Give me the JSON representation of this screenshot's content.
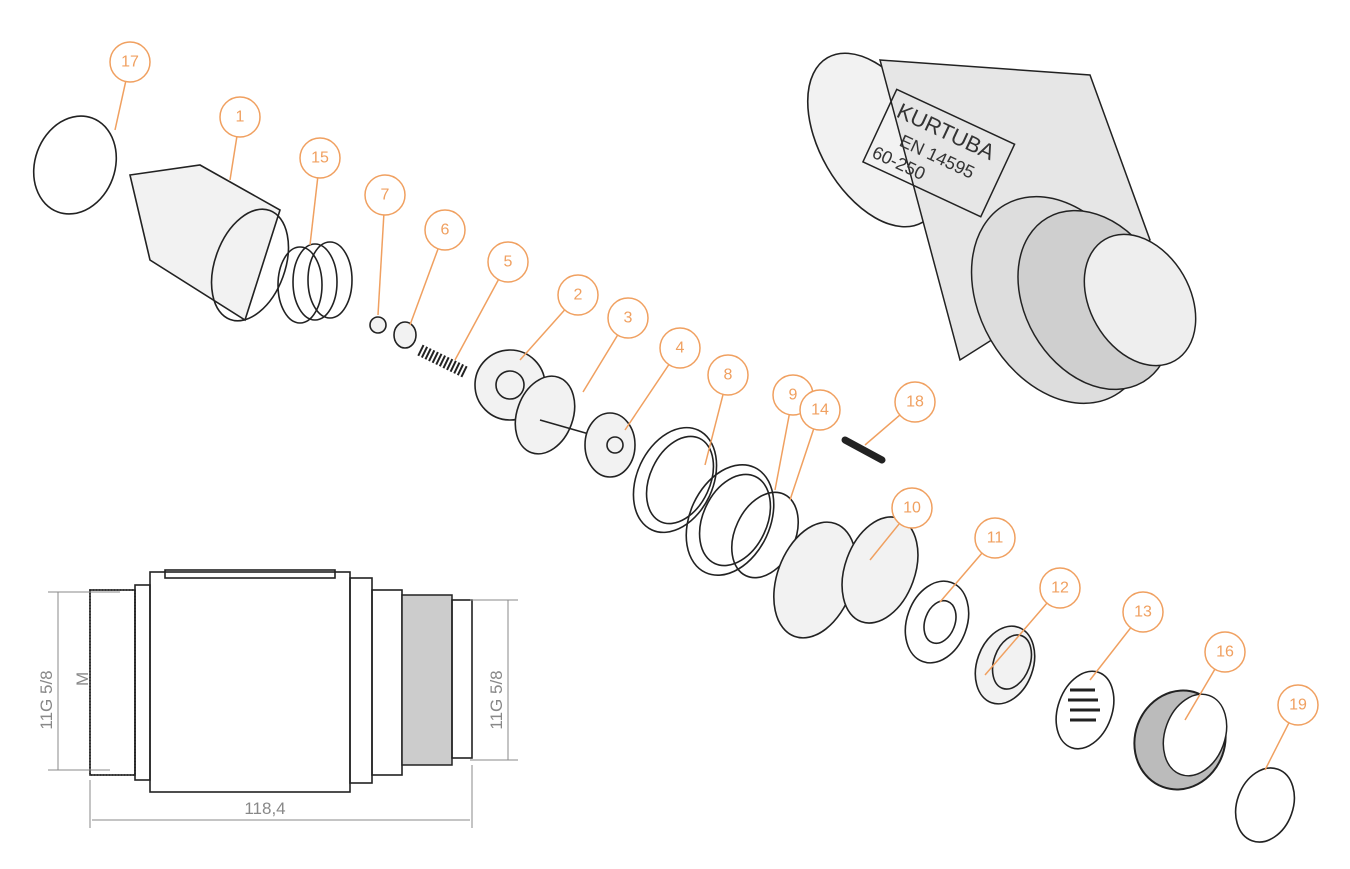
{
  "callout_color": "#f0a060",
  "callouts": [
    "17",
    "1",
    "15",
    "7",
    "6",
    "5",
    "2",
    "3",
    "4",
    "8",
    "9",
    "14",
    "18",
    "10",
    "11",
    "12",
    "13",
    "16",
    "19"
  ],
  "product_label": {
    "brand": "KURTUBA",
    "standard": "EN 14595",
    "range": "60-250"
  },
  "dimensions": {
    "left_thread": "11G 5/8",
    "right_thread": "11G 5/8",
    "length": "118,4",
    "marker": "M"
  }
}
